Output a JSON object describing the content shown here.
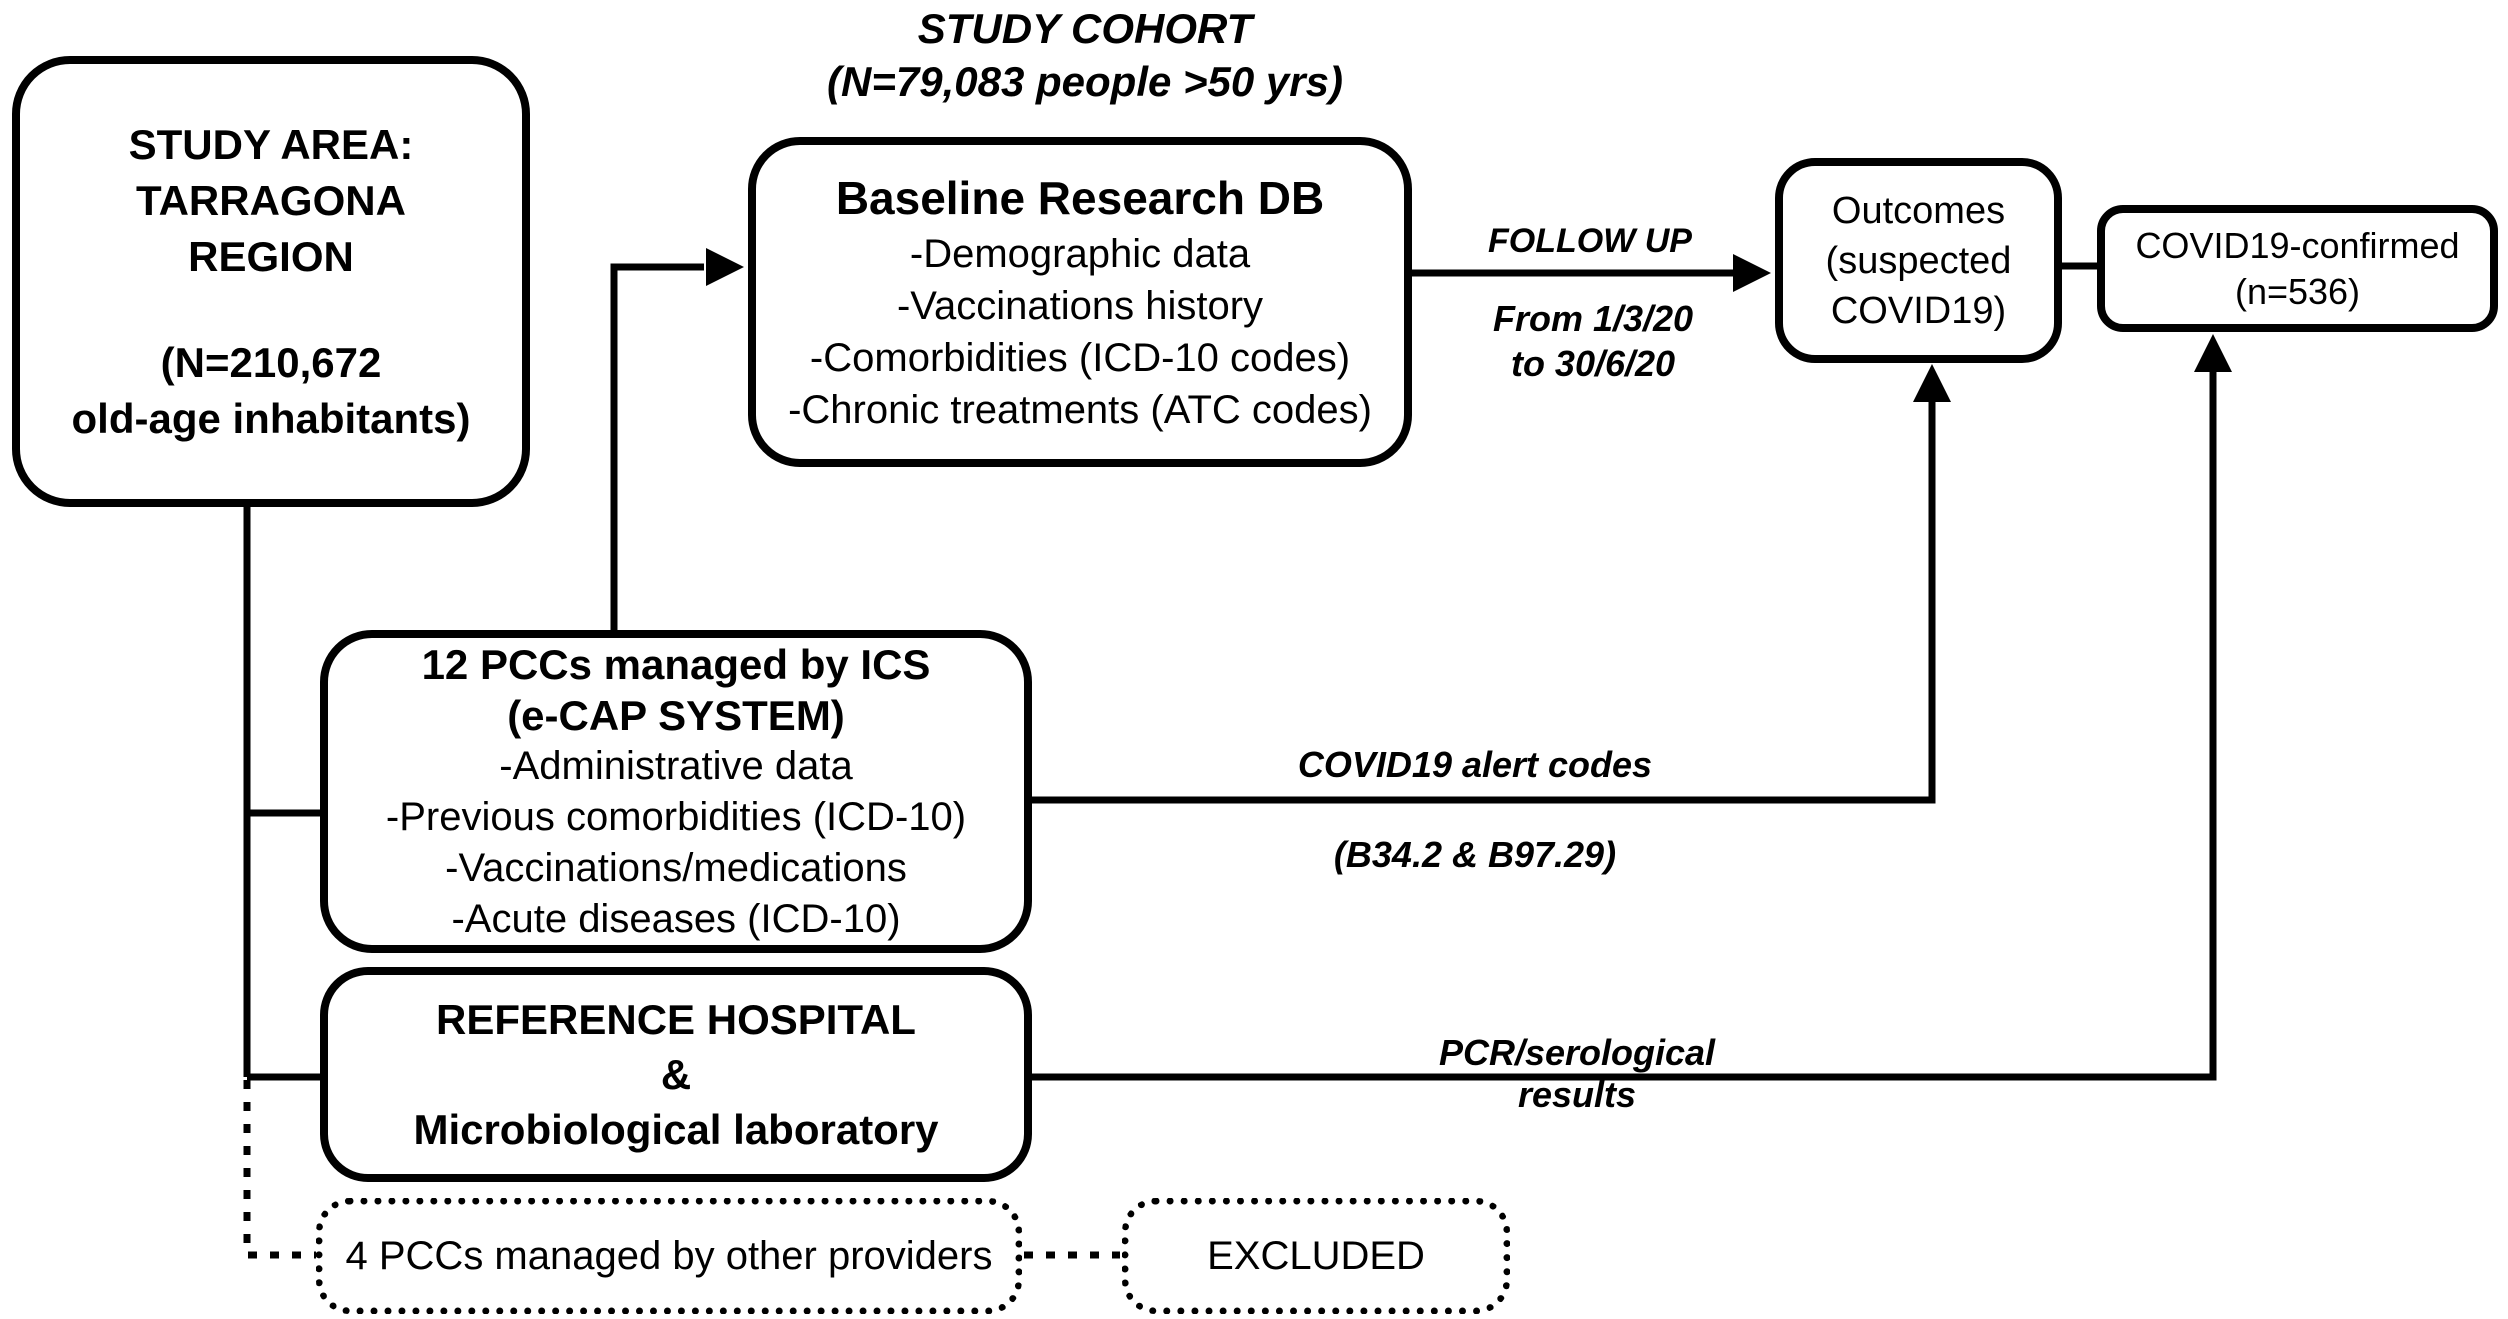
{
  "study_area": {
    "line1": "STUDY AREA:",
    "line2": "TARRAGONA",
    "line3": "REGION",
    "line4": "(N=210,672",
    "line5": "old-age inhabitants)"
  },
  "study_cohort": {
    "line1": "STUDY COHORT",
    "line2": "(N=79,083 people >50 yrs)"
  },
  "baseline_db": {
    "title": "Baseline Research DB",
    "items": [
      "-Demographic data",
      "-Vaccinations history",
      "-Comorbidities (ICD-10 codes)",
      "-Chronic treatments (ATC codes)"
    ]
  },
  "follow_up": {
    "label": "FOLLOW UP",
    "date_line1": "From 1/3/20",
    "date_line2": "to 30/6/20"
  },
  "outcomes": {
    "line1": "Outcomes",
    "line2": "(suspected",
    "line3": "COVID19)"
  },
  "covid_confirmed": {
    "line1": "COVID19-confirmed",
    "line2": "(n=536)"
  },
  "pcc_ics": {
    "title1": "12 PCCs managed by ICS",
    "title2": "(e-CAP SYSTEM)",
    "items": [
      "-Administrative data",
      "-Previous comorbidities (ICD-10)",
      "-Vaccinations/medications",
      "-Acute diseases (ICD-10)"
    ]
  },
  "reference_hospital": {
    "line1": "REFERENCE HOSPITAL",
    "line2": "&",
    "line3": "Microbiological laboratory"
  },
  "alert_codes": {
    "label": "COVID19 alert codes",
    "codes": "(B34.2 & B97.29)"
  },
  "pcr": {
    "label": "PCR/serological results"
  },
  "pcc_other": {
    "label": "4 PCCs managed by other providers"
  },
  "excluded": {
    "label": "EXCLUDED"
  },
  "colors": {
    "ink": "#000000",
    "background": "#ffffff"
  }
}
